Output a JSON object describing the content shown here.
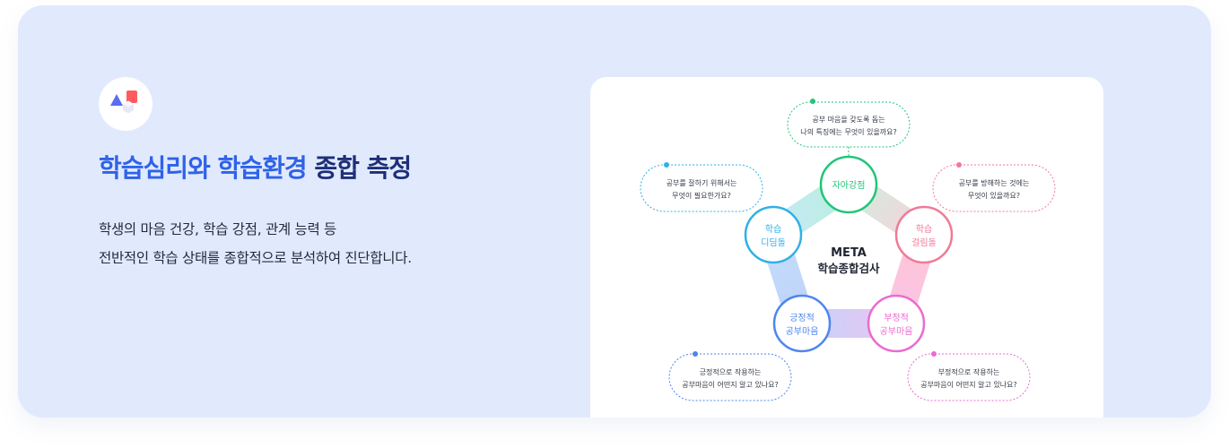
{
  "headline": {
    "highlight": "학습심리와 학습환경",
    "rest": "종합 측정"
  },
  "description": [
    "학생의 마음 건강, 학습 강점, 관계 능력 등",
    "전반적인 학습 상태를 종합적으로 분석하여 진단합니다."
  ],
  "diagram": {
    "center_line1": "META",
    "center_line2": "학습종합검사",
    "nodes": [
      {
        "line1": "자아강점",
        "line2": "",
        "color": "#22c47a"
      },
      {
        "line1": "학습",
        "line2": "걸림돌",
        "color": "#f07a98"
      },
      {
        "line1": "부정적",
        "line2": "공부마음",
        "color": "#ec6ad0"
      },
      {
        "line1": "긍정적",
        "line2": "공부마음",
        "color": "#4d86ee"
      },
      {
        "line1": "학습",
        "line2": "디딤돌",
        "color": "#2fb0e8"
      }
    ],
    "bubbles": [
      {
        "line1": "공부 마음을 갖도록 돕는",
        "line2": "나의 특징에는 무엇이 있을까요?",
        "color": "#22c47a"
      },
      {
        "line1": "공부를 방해하는 것에는",
        "line2": "무엇이 있을까요?",
        "color": "#f07a98"
      },
      {
        "line1": "부정적으로 작용하는",
        "line2": "공부마음이 어떤지 알고 있나요?",
        "color": "#ec6ad0"
      },
      {
        "line1": "긍정적으로 작용하는",
        "line2": "공부마음이 어떤지 알고 있나요?",
        "color": "#4d86ee"
      },
      {
        "line1": "공부를 잘하기 위해서는",
        "line2": "무엇이 필요한가요?",
        "color": "#2fb0e8"
      }
    ]
  },
  "colors": {
    "background_card": "#e1e9fd",
    "headline_highlight": "#2e63e8",
    "headline_dark": "#1d2f78"
  }
}
